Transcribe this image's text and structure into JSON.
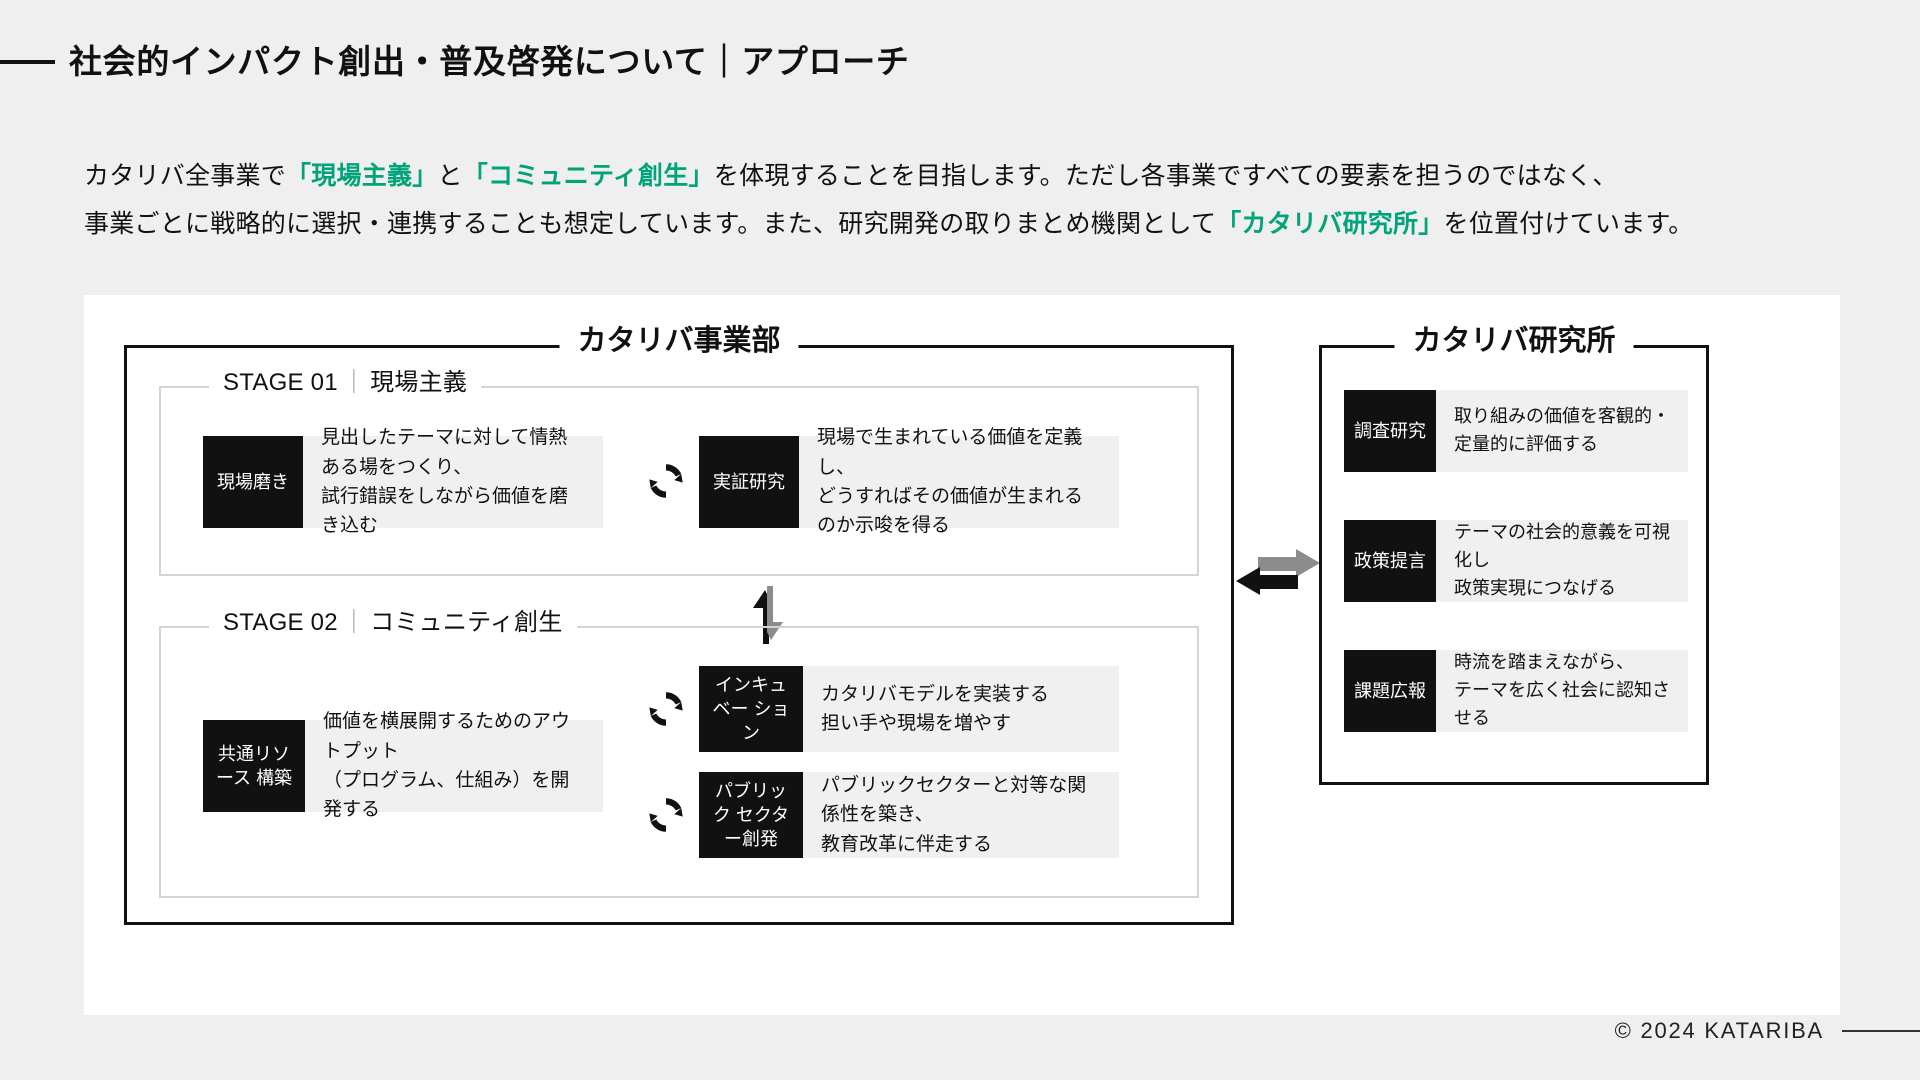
{
  "header": {
    "title": "社会的インパクト創出・普及啓発について｜アプローチ",
    "rule_icon": "horizontal-rule"
  },
  "lead": {
    "line1": {
      "p1": "カタリバ全事業で",
      "hl1": "「現場主義」",
      "p2": "と",
      "hl2": "「コミュニティ創生」",
      "p3": "を体現することを目指します。ただし各事業ですべての要素を担うのではなく、"
    },
    "line2": {
      "p1": "事業ごとに戦略的に選択・連携することも想定しています。また、研究開発の取りまとめ機関として",
      "hl1": "「カタリバ研究所」",
      "p2": "を位置付けています。"
    }
  },
  "diagram": {
    "business_panel": {
      "label": "カタリバ事業部",
      "stages": [
        {
          "id": "stage01",
          "label_no": "STAGE 01",
          "separator": "｜",
          "label_name": "現場主義",
          "cards": [
            {
              "tag": "現場磨き",
              "lines": [
                "見出したテーマに対して情熱ある場をつくり、",
                "試行錯誤をしながら価値を磨き込む"
              ]
            },
            {
              "tag": "実証研究",
              "lines": [
                "現場で生まれている価値を定義し、",
                "どうすればその価値が生まれるのか示唆を得る"
              ]
            }
          ]
        },
        {
          "id": "stage02",
          "label_no": "STAGE 02",
          "separator": "｜",
          "label_name": "コミュニティ創生",
          "cards": [
            {
              "tag": "共通リソース\n構築",
              "tag_line1": "共通リソース",
              "tag_line2": "構築",
              "lines": [
                "価値を横展開するためのアウトプット",
                "（プログラム、仕組み）を開発する"
              ]
            },
            {
              "tag_line1": "インキュベー",
              "tag_line2": "ション",
              "lines": [
                "カタリバモデルを実装する",
                "担い手や現場を増やす"
              ]
            },
            {
              "tag_line1": "パブリック",
              "tag_line2": "セクター創発",
              "lines": [
                "パブリックセクターと対等な関係性を築き、",
                "教育改革に伴走する"
              ]
            }
          ]
        }
      ]
    },
    "lab_panel": {
      "label": "カタリバ研究所",
      "cards": [
        {
          "tag": "調査研究",
          "lines": [
            "取り組みの価値を客観的・",
            "定量的に評価する"
          ]
        },
        {
          "tag": "政策提言",
          "lines": [
            "テーマの社会的意義を可視化し",
            "政策実現につなげる"
          ]
        },
        {
          "tag": "課題広報",
          "lines": [
            "時流を踏まえながら、",
            "テーマを広く社会に認知させる"
          ]
        }
      ]
    },
    "connectors": {
      "cycle_icon": "circular-arrows-icon",
      "vertical_arrow_icon": "up-down-exchange-arrow-icon",
      "horizontal_arrow_icon": "left-right-exchange-arrow-icon"
    }
  },
  "footer": {
    "copyright": "© 2024 KATARIBA",
    "rule_icon": "horizontal-rule"
  },
  "colors": {
    "accent_green": "#00a37a",
    "background": "#efefef",
    "canvas": "#ffffff",
    "tag_black": "#111111",
    "card_body_gray": "#f0f0f0",
    "arrow_gray": "#8c8c8c"
  }
}
